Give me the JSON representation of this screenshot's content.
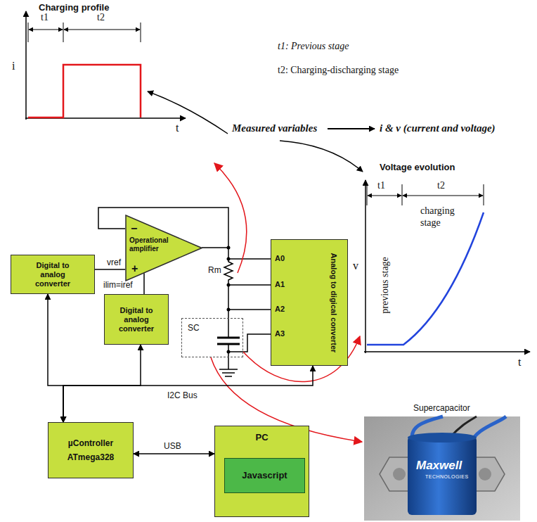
{
  "diagram": {
    "nodes": [
      {
        "text": [
          "−",
          "Operational amplifier",
          "+"
        ]
      },
      {
        "text": [
          "Digital to analog converter"
        ]
      },
      {
        "text": [
          "Analog to digical converter"
        ]
      },
      {
        "text": [
          "Digital to analog converter"
        ]
      },
      {
        "text": [
          "SC"
        ]
      },
      {
        "text": [
          "µController",
          "ATmega328"
        ]
      },
      {
        "text": [
          "PC"
        ]
      },
      {
        "text": [
          "Javascript"
        ],
        "in": 6
      }
    ],
    "edges": [
      {
        "from": 1,
        "to": 0,
        "label": "vref",
        "arrow": "none"
      },
      {
        "from": 3,
        "to": 0,
        "label": "ilim=iref",
        "arrow": "none"
      },
      {
        "from": 5,
        "to": 1,
        "arrow": "both"
      },
      {
        "from": 5,
        "to": 3,
        "arrow": "both"
      },
      {
        "from": 5,
        "to": 2,
        "arrow": "both"
      },
      {
        "from": 5,
        "to": 6,
        "label": "USB",
        "arrow": "both"
      }
    ],
    "labels": [
      "Charging profile",
      "t1",
      "t2",
      "i",
      "t",
      "t1: Previous stage",
      "t2: Charging-discharging stage",
      "Measured variables",
      "i & v (current and voltage)",
      "Voltage evolution",
      "t1",
      "t2",
      "v",
      "previous stage",
      "charging stage",
      "t",
      "Rm",
      "A0",
      "A1",
      "A2",
      "A3",
      "I2C Bus",
      "Supercapacitor",
      "Maxwell",
      "TECHNOLOGIES"
    ]
  }
}
